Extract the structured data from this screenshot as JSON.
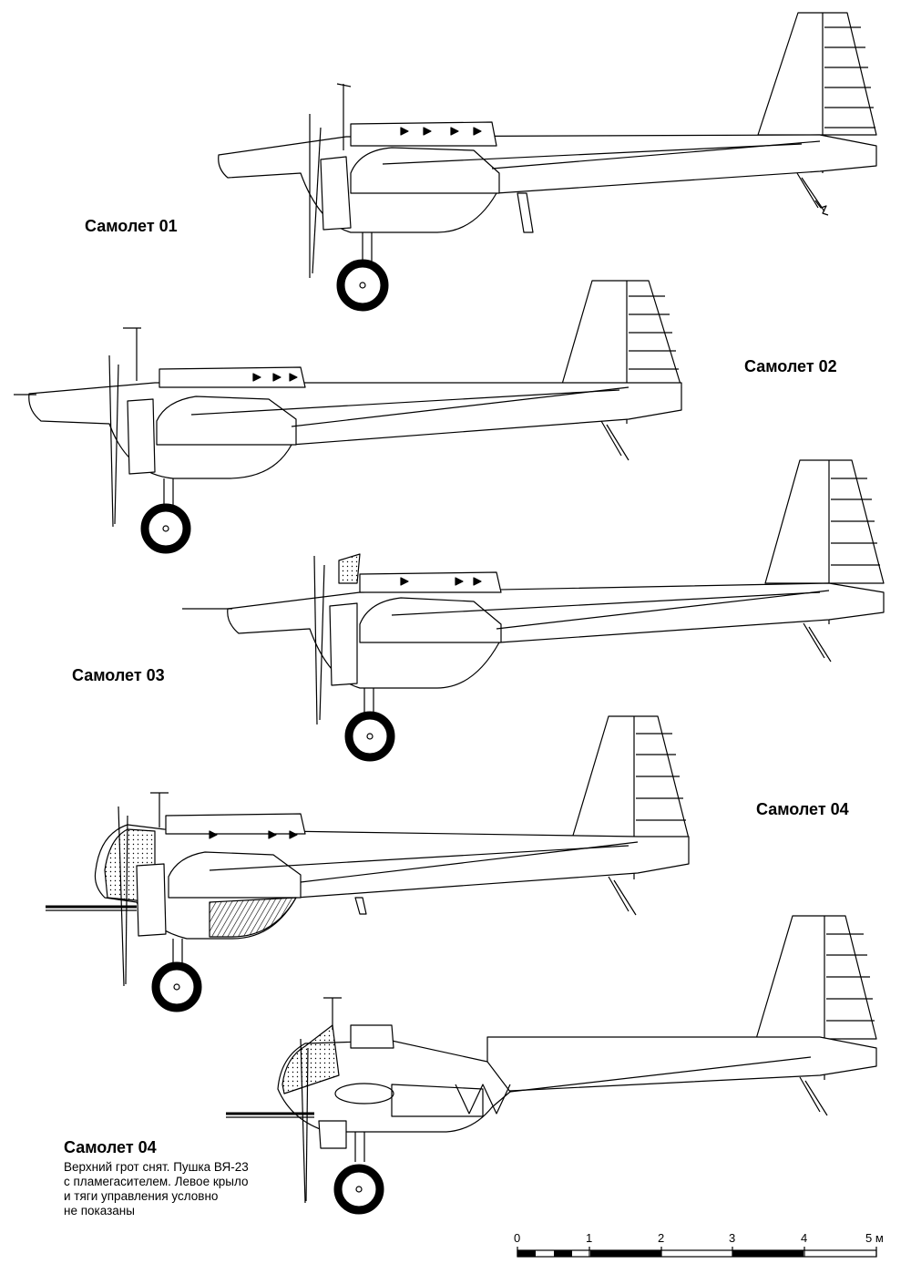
{
  "aircraft": [
    {
      "label": "Самолет 01"
    },
    {
      "label": "Самолет 02"
    },
    {
      "label": "Самолет 03"
    },
    {
      "label": "Самолет 04"
    },
    {
      "label": "Самолет 04"
    }
  ],
  "caption": {
    "lines": [
      "Верхний грот снят. Пушка ВЯ-23",
      "с пламегасителем. Левое крыло",
      "и тяги управления условно",
      "не показаны"
    ]
  },
  "scale": {
    "ticks": [
      "0",
      "1",
      "2",
      "3",
      "4",
      "5 м"
    ]
  }
}
